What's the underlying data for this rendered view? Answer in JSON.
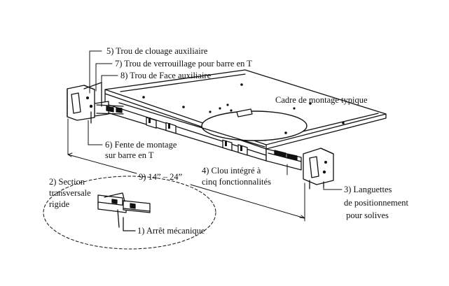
{
  "labels": {
    "l5": "5) Trou de clouage auxiliaire",
    "l7": "7) Trou de verrouillage pour barre en T",
    "l8": "8) Trou de Face auxiliaire",
    "cadre": "Cadre de montage typique",
    "l6a": "6) Fente de montage",
    "l6b": "sur barre en T",
    "l9": "9) 14” – 24”",
    "l4a": "4) Clou intégré à",
    "l4b": "cinq fonctionnalités",
    "l2a": "2) Section",
    "l2b": "transversale",
    "l2c": "rigide",
    "l1": "1) Arrêt mécanique",
    "l3a": "3) Languettes",
    "l3b": "de positionnement",
    "l3c": " pour solives"
  }
}
